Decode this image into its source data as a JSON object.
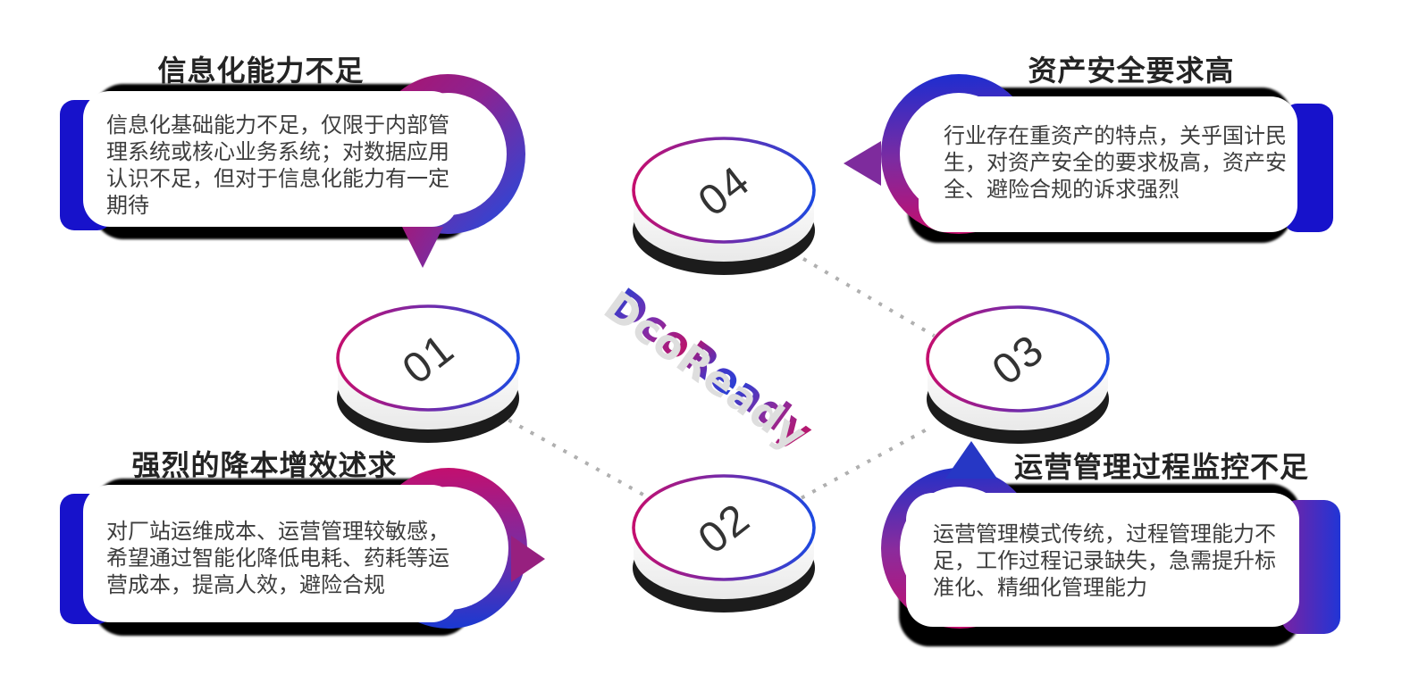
{
  "logo": {
    "text": "DcoReady"
  },
  "callouts": [
    {
      "id": "top-left",
      "title": "信息化能力不足",
      "body": "信息化基础能力不足，仅限于内部管\n理系统或核心业务系统；对数据应用\n认识不足，但对于信息化能力有一定\n期待"
    },
    {
      "id": "top-right",
      "title": "资产安全要求高",
      "body": "行业存在重资产的特点，关乎国计民\n生，对资产安全的要求极高，资产安\n全、避险合规的诉求强烈"
    },
    {
      "id": "bottom-left",
      "title": "强烈的降本增效述求",
      "body": "对厂站运维成本、运营管理较敏感，\n希望通过智能化降低电耗、药耗等运\n营成本，提高人效，避险合规"
    },
    {
      "id": "bottom-right",
      "title": "运营管理过程监控不足",
      "body": "运营管理模式传统，过程管理能力不\n足，工作过程记录缺失，急需提升标\n准化、精细化管理能力"
    }
  ],
  "steps": [
    {
      "number": "01"
    },
    {
      "number": "02"
    },
    {
      "number": "03"
    },
    {
      "number": "04"
    }
  ],
  "colors": {
    "accent_blue": "#1712cb",
    "magenta": "#c50e6d",
    "purple": "#7c2ba1",
    "ring_blue": "#1c49e0",
    "shadow": "#000000",
    "dotted_line": "#b0b0b0",
    "body_text": "#3d3d3d",
    "title_text": "#242424"
  }
}
